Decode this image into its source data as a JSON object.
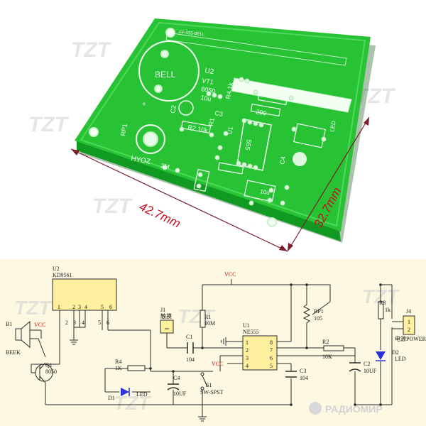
{
  "photo": {
    "dimensions": {
      "width": "42.7mm",
      "height": "32.7mm"
    },
    "watermark": "TZT",
    "board_text": {
      "bell": "BELL",
      "u2": "U2",
      "vt1": "VT1",
      "tr_8050": "8050",
      "c10u": "10u",
      "r4_1k": "R4 1k",
      "r200": "200",
      "c2": "C2",
      "r2_10k": "R2 10k",
      "c3": "C3",
      "r1": "R1",
      "u1": "U1",
      "ic555": "555",
      "rp1": "RP1",
      "hyoz": "HYOZ",
      "m2": "2M",
      "c4": "C4",
      "p1": "P1",
      "d10u": "10u",
      "led": "LED",
      "plus": "+",
      "serial": "FP-555-BELL"
    },
    "colors": {
      "pcb": "#27c335",
      "dimension": "#c40f1e",
      "arrow": "#7a1d2c"
    }
  },
  "schematic": {
    "u2": {
      "ref": "U2",
      "part": "KD9561",
      "pins": [
        "1",
        "2",
        "3",
        "4",
        "5",
        "6"
      ]
    },
    "b1": {
      "ref": "B1",
      "name": "BEEK"
    },
    "q1": {
      "ref": "Q1",
      "part": "8050"
    },
    "r4": {
      "ref": "R4",
      "value": "1K"
    },
    "d1": {
      "ref": "D1",
      "type": "LED"
    },
    "j1": {
      "ref": "J1",
      "name": "触摸"
    },
    "r1": {
      "ref": "R1",
      "value": "10M"
    },
    "c1": {
      "ref": "C1",
      "value": "104"
    },
    "c4": {
      "ref": "C4",
      "value": "10UF"
    },
    "s1": {
      "ref": "S1",
      "type": "SW-SPST"
    },
    "u1": {
      "ref": "U1",
      "part": "NE555",
      "pins_left": [
        "1",
        "2",
        "3",
        "4"
      ],
      "pins_right": [
        "8",
        "7",
        "6",
        "5"
      ]
    },
    "rp1": {
      "ref": "RP1",
      "value": "105"
    },
    "r2": {
      "ref": "R2",
      "value": "10K"
    },
    "c3": {
      "ref": "C3",
      "value": "104"
    },
    "c2": {
      "ref": "C2",
      "value": "10UF"
    },
    "r3": {
      "ref": "R3",
      "value": "1k"
    },
    "d2": {
      "ref": "D2",
      "type": "LED"
    },
    "j4": {
      "ref": "J4",
      "name": "电源POWER",
      "pins": [
        "1",
        "2"
      ]
    },
    "vcc": "VCC",
    "watermark": "TZT",
    "logo": "РАДИОМИР",
    "colors": {
      "background": "#fdf8e1",
      "chip": "#fff0a0",
      "led": "#2a33d8",
      "vcc": "#c41818"
    }
  }
}
